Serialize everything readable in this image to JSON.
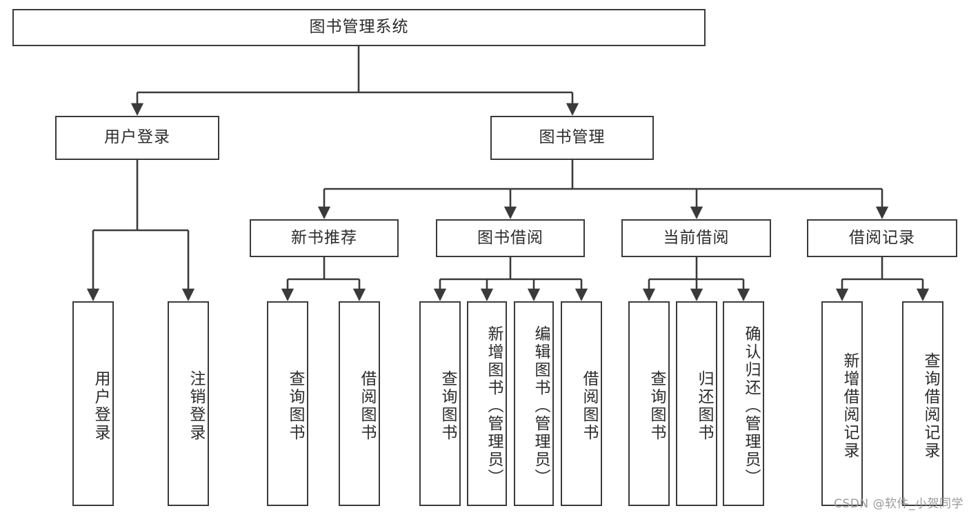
{
  "diagram": {
    "title": "图书管理系统",
    "type": "functional-structure-tree",
    "stroke_color": "#3a3a3a",
    "text_color": "#2b2b2b",
    "background_color": "#ffffff"
  },
  "root": {
    "label": "图书管理系统"
  },
  "level2": [
    {
      "label": "用户登录"
    },
    {
      "label": "图书管理"
    }
  ],
  "level3": [
    {
      "label": "新书推荐"
    },
    {
      "label": "图书借阅"
    },
    {
      "label": "当前借阅"
    },
    {
      "label": "借阅记录"
    }
  ],
  "leaves": {
    "user_login": [
      {
        "label": "用户登录"
      },
      {
        "label": "注销登录"
      }
    ],
    "new_book_recommend": [
      {
        "label": "查询图书"
      },
      {
        "label": "借阅图书"
      }
    ],
    "book_borrow": [
      {
        "label": "查询图书"
      },
      {
        "label": "新增图书（管理员）"
      },
      {
        "label": "编辑图书（管理员）"
      },
      {
        "label": "借阅图书"
      }
    ],
    "current_borrow": [
      {
        "label": "查询图书"
      },
      {
        "label": "归还图书"
      },
      {
        "label": "确认归还（管理员）"
      }
    ],
    "borrow_record": [
      {
        "label": "新增借阅记录"
      },
      {
        "label": "查询借阅记录"
      }
    ]
  },
  "watermark": {
    "text": "CSDN @软件_小贺同学"
  }
}
